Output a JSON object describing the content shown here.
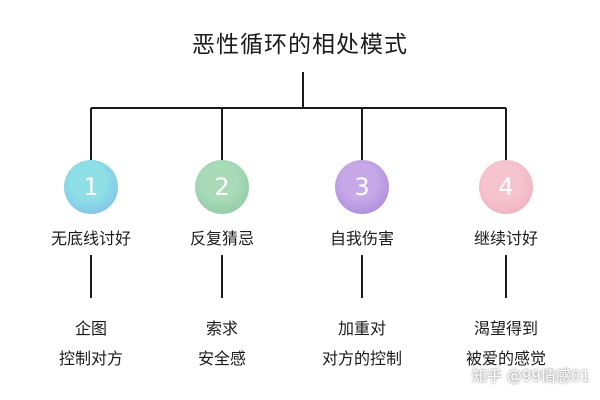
{
  "title": "恶性循环的相处模式",
  "nodes": [
    {
      "number": "1",
      "label": "无底线讨好",
      "desc": [
        "企图",
        "控制对方"
      ],
      "color": "#8ee0e6",
      "color_edge": "#7bb4ec"
    },
    {
      "number": "2",
      "label": "反复猜忌",
      "desc": [
        "索求",
        "安全感"
      ],
      "color": "#a9dbb9",
      "color_edge": "#88c29e"
    },
    {
      "number": "3",
      "label": "自我伤害",
      "desc": [
        "加重对",
        "对方的控制"
      ],
      "color": "#c7a8e8",
      "color_edge": "#9f80d8"
    },
    {
      "number": "4",
      "label": "继续讨好",
      "desc": [
        "渴望得到",
        "被爱的感觉"
      ],
      "color": "#f6c4cf",
      "color_edge": "#eaaab8"
    }
  ],
  "line_color": "#1a1a1a",
  "watermark": "知乎 @99情感01"
}
